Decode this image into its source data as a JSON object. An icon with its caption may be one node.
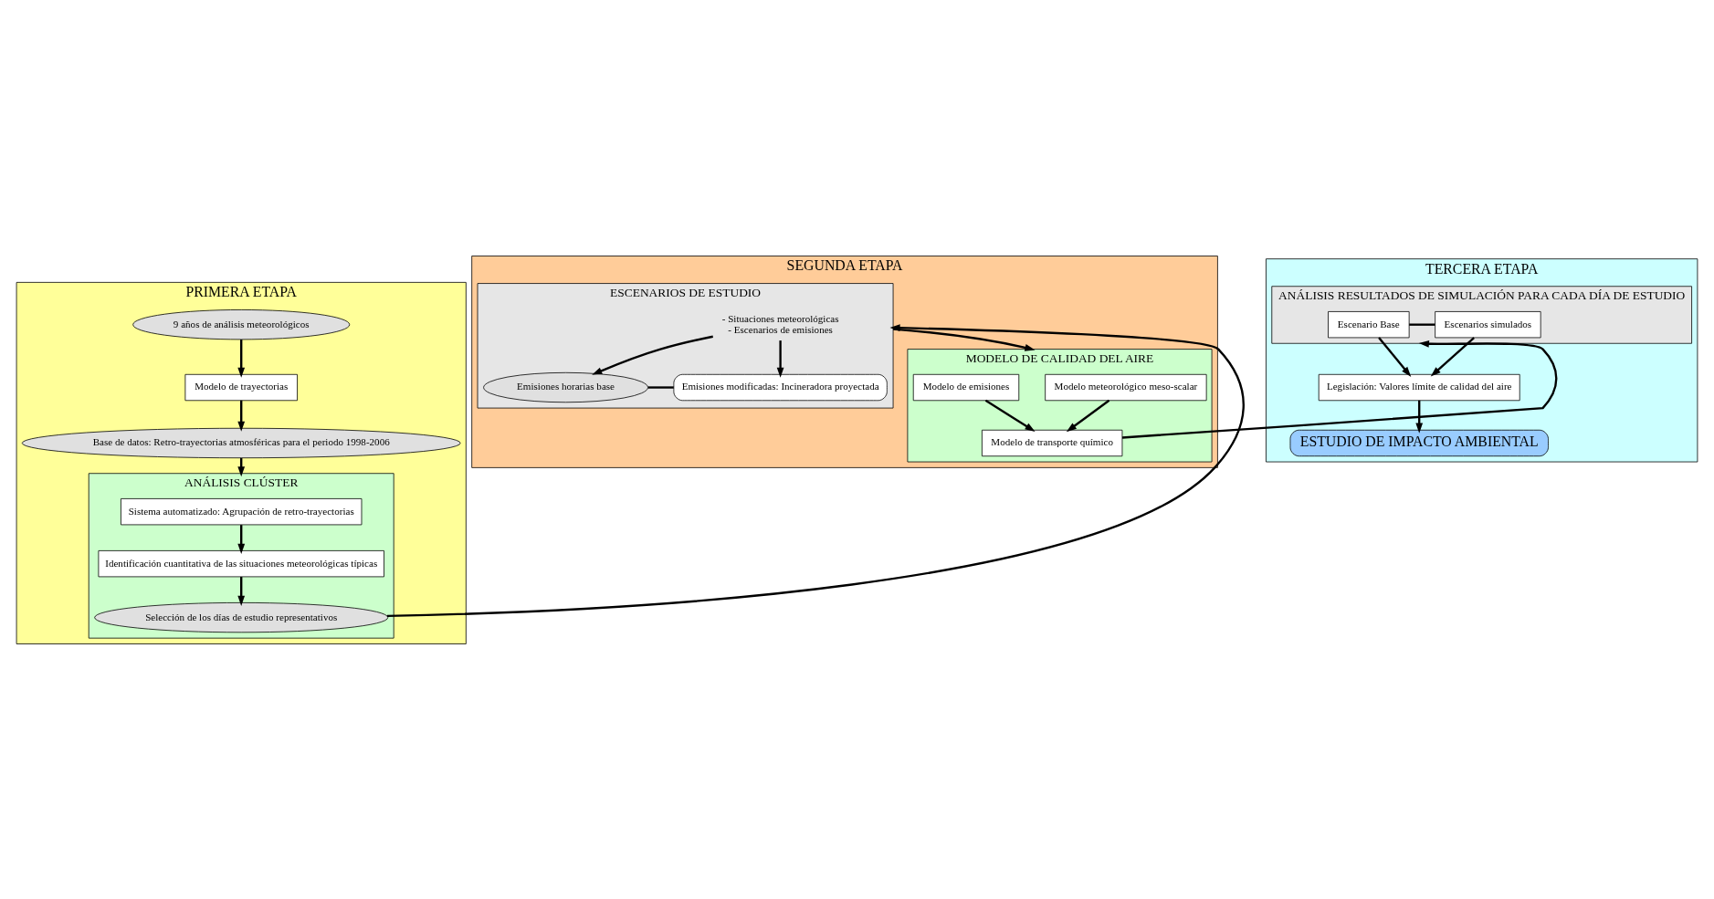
{
  "diagram": {
    "nodes": [
      {
        "text": [
          "PRIMERA ETAPA"
        ]
      },
      {
        "text": [
          "9 años de análisis meteorológicos"
        ],
        "in": 0
      },
      {
        "text": [
          "Modelo de trayectorias"
        ],
        "in": 0
      },
      {
        "text": [
          "Base de datos: Retro-trayectorias atmosféricas para el periodo 1998-2006"
        ],
        "in": 0
      },
      {
        "text": [
          "ANÁLISIS CLÚSTER"
        ],
        "in": 0
      },
      {
        "text": [
          "Sistema automatizado: Agrupación de retro-trayectorias"
        ],
        "in": 4
      },
      {
        "text": [
          "Identificación cuantitativa de las situaciones meteorológicas típicas"
        ],
        "in": 4
      },
      {
        "text": [
          "Selección de los días de estudio representativos"
        ],
        "in": 4
      },
      {
        "text": [
          "SEGUNDA ETAPA"
        ]
      },
      {
        "text": [
          "ESCENARIOS DE ESTUDIO"
        ],
        "in": 8
      },
      {
        "text": [
          "- Situaciones meteorológicas",
          "- Escenarios de emisiones"
        ],
        "in": 9
      },
      {
        "text": [
          "Emisiones horarias base"
        ],
        "in": 9
      },
      {
        "text": [
          "Emisiones modificadas: Incineradora proyectada"
        ],
        "in": 9
      },
      {
        "text": [
          "MODELO DE CALIDAD DEL AIRE"
        ],
        "in": 8
      },
      {
        "text": [
          "Modelo meteorológico meso-scalar"
        ],
        "in": 13
      },
      {
        "text": [
          "Modelo de emisiones"
        ],
        "in": 13
      },
      {
        "text": [
          "Modelo de transporte químico"
        ],
        "in": 13
      },
      {
        "text": [
          "TERCERA ETAPA"
        ]
      },
      {
        "text": [
          "ANÁLISIS RESULTADOS DE SIMULACIÓN PARA CADA DÍA DE ESTUDIO"
        ],
        "in": 17
      },
      {
        "text": [
          "Escenario Base"
        ],
        "in": 18
      },
      {
        "text": [
          "Escenarios simulados"
        ],
        "in": 18
      },
      {
        "text": [
          "Legislación: Valores límite de calidad del aire"
        ],
        "in": 17
      },
      {
        "text": [
          "ESTUDIO DE IMPACTO AMBIENTAL"
        ],
        "in": 17
      }
    ],
    "edges": [
      {
        "from": 1,
        "to": 2,
        "arrow": "to"
      },
      {
        "from": 2,
        "to": 3,
        "arrow": "to"
      },
      {
        "from": 3,
        "to": 4,
        "arrow": "to"
      },
      {
        "from": 5,
        "to": 6,
        "arrow": "to"
      },
      {
        "from": 6,
        "to": 7,
        "arrow": "to"
      },
      {
        "from": 7,
        "to": 9,
        "arrow": "to"
      },
      {
        "from": 10,
        "to": 11,
        "arrow": "to"
      },
      {
        "from": 10,
        "to": 12,
        "arrow": "to"
      },
      {
        "from": 11,
        "to": 12,
        "arrow": "none"
      },
      {
        "from": 9,
        "to": 13,
        "arrow": "to"
      },
      {
        "from": 14,
        "to": 16,
        "arrow": "to"
      },
      {
        "from": 15,
        "to": 16,
        "arrow": "to"
      },
      {
        "from": 16,
        "to": 18,
        "arrow": "to"
      },
      {
        "from": 19,
        "to": 20,
        "arrow": "none"
      },
      {
        "from": 19,
        "to": 21,
        "arrow": "to"
      },
      {
        "from": 20,
        "to": 21,
        "arrow": "to"
      },
      {
        "from": 21,
        "to": 22,
        "arrow": "to"
      }
    ]
  }
}
